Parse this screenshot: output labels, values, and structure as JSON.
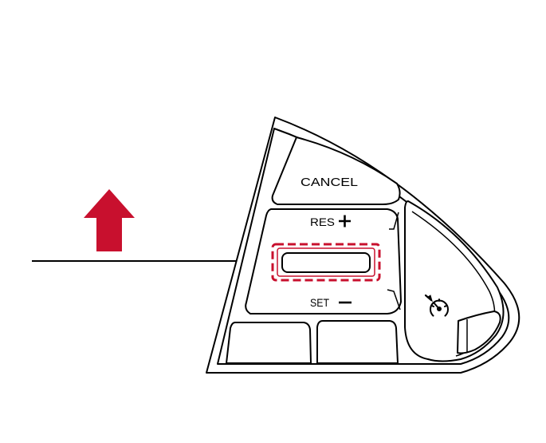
{
  "labels": {
    "cancel": "CANCEL",
    "res": "RES",
    "set": "SET"
  },
  "icons": {
    "direction_arrow": "arrow-up-icon",
    "plus": "plus-icon",
    "minus": "minus-icon",
    "cruise": "cruise-control-icon"
  },
  "colors": {
    "arrow": "#C8102E",
    "highlight": "#C8102E",
    "line": "#000000"
  }
}
